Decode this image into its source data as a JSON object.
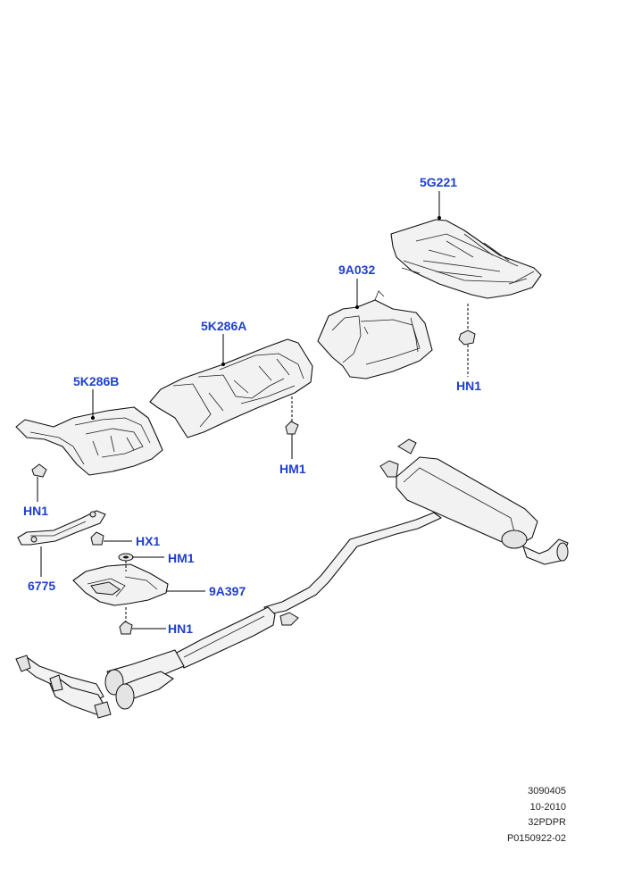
{
  "callouts": {
    "c5g221": "5G221",
    "c9a032": "9A032",
    "c5k286a": "5K286A",
    "c5k286b": "5K286B",
    "chn1_right": "HN1",
    "chm1_center": "HM1",
    "chn1_left": "HN1",
    "chx1": "HX1",
    "chm1_left": "HM1",
    "c6775": "6775",
    "c9a397": "9A397",
    "chn1_bottom": "HN1"
  },
  "reference": {
    "line1": "3090405",
    "line2": "10-2010",
    "line3": "32PDPR",
    "line4": "P0150922-02"
  },
  "colors": {
    "callout_text": "#1f3fd0",
    "line_art": "#111111",
    "background": "#ffffff"
  }
}
